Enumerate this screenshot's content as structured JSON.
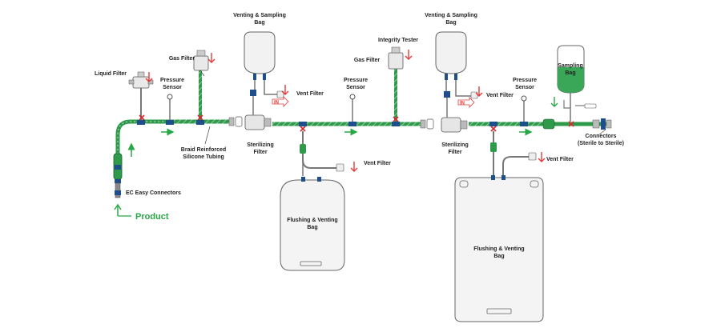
{
  "labels": {
    "venting_bag_1": [
      "Venting & Sampling",
      "Bag"
    ],
    "venting_bag_2": [
      "Venting & Sampling",
      "Bag"
    ],
    "integrity_tester": "Integrity Tester",
    "gas_filter_1": "Gas Filter",
    "gas_filter_2": "Gas Filter",
    "liquid_filter": "Liquid Filter",
    "pressure_sensor_1": [
      "Pressure",
      "Sensor"
    ],
    "pressure_sensor_2": [
      "Pressure",
      "Sensor"
    ],
    "pressure_sensor_3": [
      "Pressure",
      "Sensor"
    ],
    "vent_filter_1": "Vent Filter",
    "vent_filter_2": "Vent Filter",
    "vent_filter_3": "Vent Filter",
    "vent_filter_4": "Vent Filter",
    "sampling_bag": [
      "Sampling",
      "Bag"
    ],
    "connectors": [
      "Connectors",
      "(Sterile to Sterile)"
    ],
    "braid_tubing": [
      "Braid Reinforced",
      "Silicone Tubing"
    ],
    "sterilizing_filter_1": [
      "Sterilizing",
      "Filter"
    ],
    "sterilizing_filter_2": [
      "Sterilizing",
      "Filter"
    ],
    "flushing_bag_1": [
      "Flushing & Venting",
      "Bag"
    ],
    "flushing_bag_2": [
      "Flushing & Venting",
      "Bag"
    ],
    "ec_connectors": "EC Easy Connectors",
    "product": "Product",
    "in_marker": "IN"
  },
  "colors": {
    "tube_green": "#2e9a4a",
    "product_green": "#28a745",
    "clamp_blue": "#1f4e8c",
    "close_red": "#d9262c",
    "in_red": "#e23b3b",
    "sample_fluid": "#3aa657",
    "outline": "#555555"
  }
}
